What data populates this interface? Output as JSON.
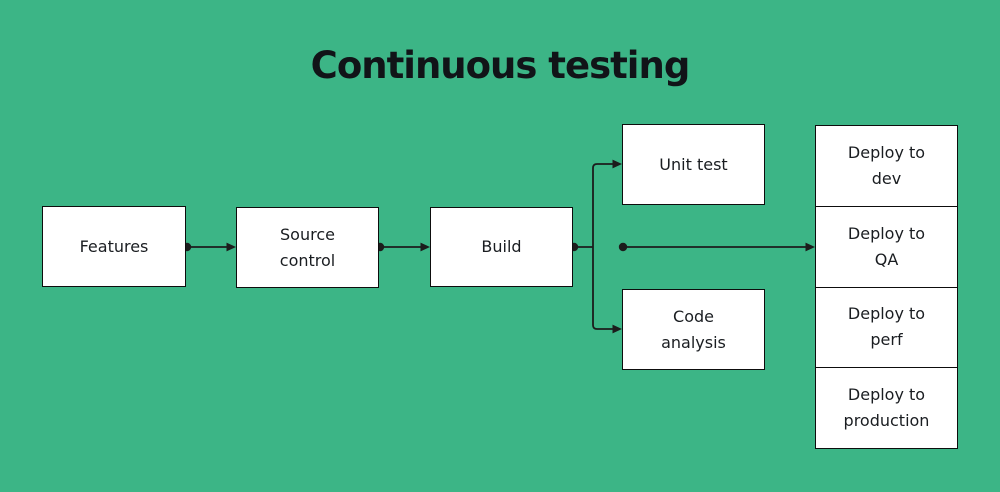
{
  "title": "Continuous testing",
  "colors": {
    "background": "#3CB586",
    "box_fill": "#FFFFFF",
    "box_border": "#0D0D0D",
    "text": "#1A1D21",
    "connector": "#1C1C1C"
  },
  "nodes": {
    "features": {
      "label": "Features"
    },
    "source_control": {
      "label": "Source\ncontrol"
    },
    "build": {
      "label": "Build"
    },
    "unit_test": {
      "label": "Unit test"
    },
    "code_analysis": {
      "label": "Code\nanalysis"
    },
    "deploy_dev": {
      "label": "Deploy to\ndev"
    },
    "deploy_qa": {
      "label": "Deploy to\nQA"
    },
    "deploy_perf": {
      "label": "Deploy to\nperf"
    },
    "deploy_production": {
      "label": "Deploy to\nproduction"
    }
  },
  "connections": [
    {
      "from": "features",
      "to": "source_control"
    },
    {
      "from": "source_control",
      "to": "build"
    },
    {
      "from": "build",
      "to": "unit_test"
    },
    {
      "from": "build",
      "to": "code_analysis"
    },
    {
      "from": "build",
      "to": "deploy_qa"
    }
  ]
}
